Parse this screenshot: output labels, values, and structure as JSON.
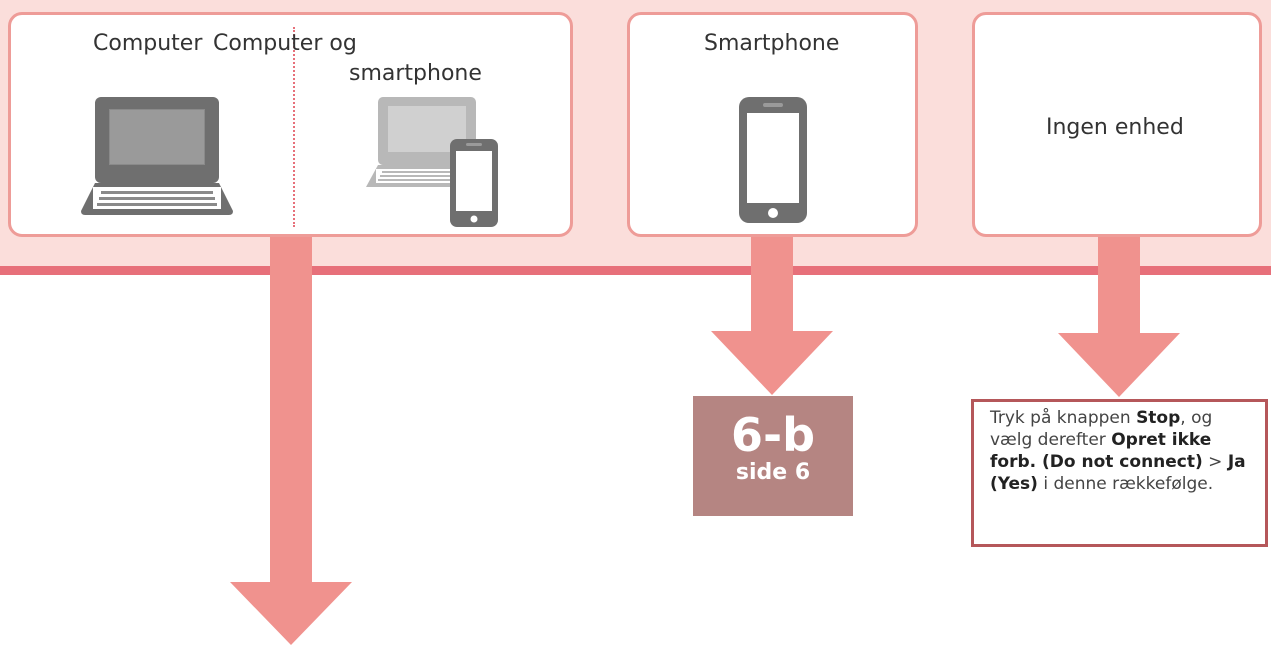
{
  "cards": {
    "computer": {
      "label": "Computer",
      "label_part1": "Computer"
    },
    "computer_smartphone": {
      "label_line1": "Computer og",
      "label_line2": "smartphone"
    },
    "smartphone": {
      "label": "Smartphone"
    },
    "no_device": {
      "label": "Ingen enhed"
    }
  },
  "reference": {
    "code": "6-b",
    "page": "side 6"
  },
  "instruction": {
    "t1": "Tryk på knappen ",
    "stop": "Stop",
    "t2": ", og vælg derefter ",
    "opret": "Opret ikke forb. (Do not connect)",
    "t3": " > ",
    "ja": "Ja (Yes)",
    "t4": " i denne rækkefølge."
  },
  "icons": [
    "laptop-icon",
    "laptop-smartphone-icon",
    "smartphone-icon",
    "arrow-down-icon"
  ],
  "colors": {
    "band": "#fbdedb",
    "accent_line": "#e7707a",
    "arrow": "#f0928e",
    "card_border": "#ee9c98",
    "ref_box": "#b58582",
    "instr_border": "#b5575a",
    "icon_gray": "#6f6f6f"
  }
}
